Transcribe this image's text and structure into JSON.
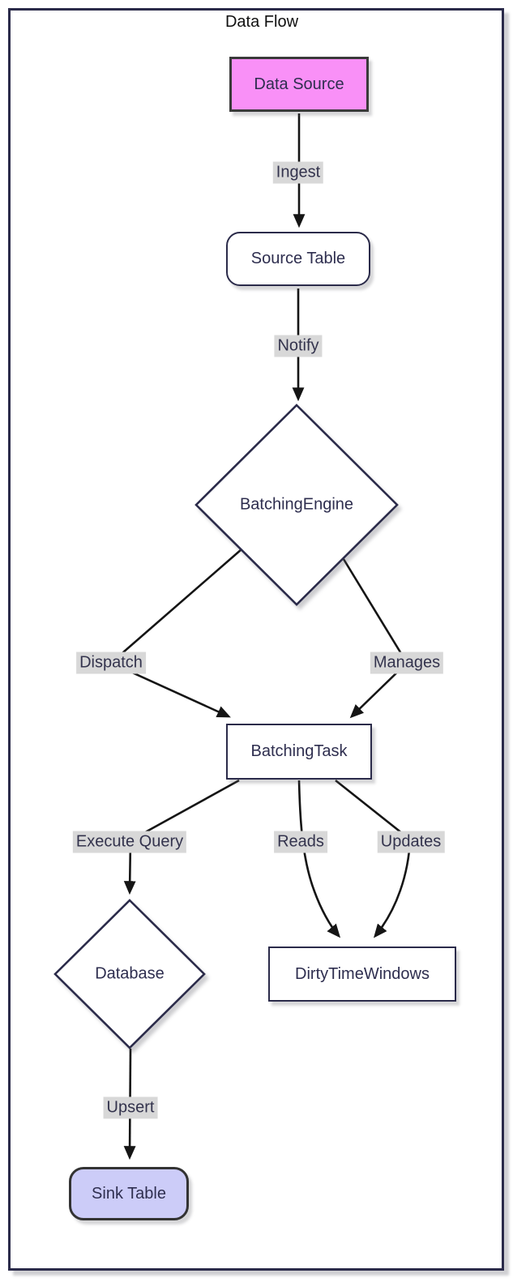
{
  "title": "Data Flow",
  "colors": {
    "frame_border": "#2b2b4a",
    "node_border": "#2b2b4a",
    "node_fill": "#ffffff",
    "node_text": "#2e2e4f",
    "edge_line": "#151515",
    "edge_label_bg": "#d8d8d8",
    "edge_label_text": "#33334d",
    "data_source_fill": "#f990f7",
    "data_source_border": "#3a3a3a",
    "sink_table_fill": "#ccccf8",
    "sink_table_border": "#333333"
  },
  "nodes": [
    {
      "id": "data-source",
      "label": "Data Source",
      "shape": "rect-pink"
    },
    {
      "id": "source-table",
      "label": "Source Table",
      "shape": "rounded"
    },
    {
      "id": "batching-engine",
      "label": "BatchingEngine",
      "shape": "diamond"
    },
    {
      "id": "batching-task",
      "label": "BatchingTask",
      "shape": "rect"
    },
    {
      "id": "database",
      "label": "Database",
      "shape": "diamond"
    },
    {
      "id": "dirty-time-windows",
      "label": "DirtyTimeWindows",
      "shape": "rect"
    },
    {
      "id": "sink-table",
      "label": "Sink Table",
      "shape": "rounded-lavender"
    }
  ],
  "edges": [
    {
      "from": "Data Source",
      "to": "Source Table",
      "label": "Ingest"
    },
    {
      "from": "Source Table",
      "to": "BatchingEngine",
      "label": "Notify"
    },
    {
      "from": "BatchingEngine",
      "to": "BatchingTask",
      "label": "Dispatch"
    },
    {
      "from": "BatchingEngine",
      "to": "BatchingTask",
      "label": "Manages"
    },
    {
      "from": "BatchingTask",
      "to": "Database",
      "label": "Execute Query"
    },
    {
      "from": "BatchingTask",
      "to": "DirtyTimeWindows",
      "label": "Reads"
    },
    {
      "from": "BatchingTask",
      "to": "DirtyTimeWindows",
      "label": "Updates"
    },
    {
      "from": "Database",
      "to": "Sink Table",
      "label": "Upsert"
    }
  ]
}
